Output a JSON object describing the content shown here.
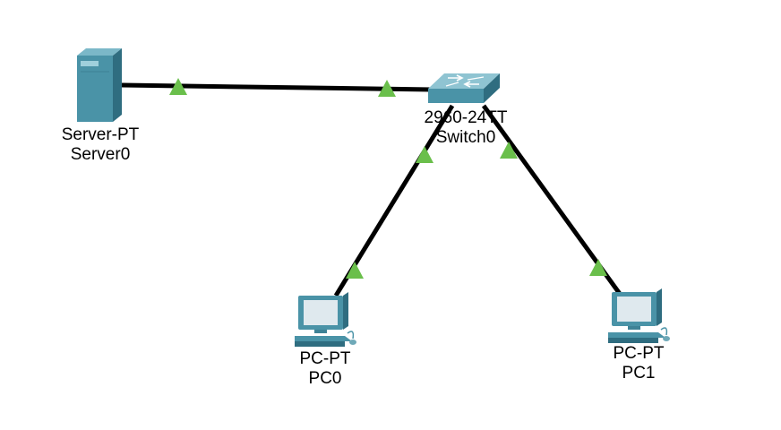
{
  "devices": {
    "server": {
      "model": "Server-PT",
      "name": "Server0",
      "icon": "server-icon"
    },
    "switch": {
      "model": "2960-24TT",
      "name": "Switch0",
      "icon": "switch-icon"
    },
    "pc0": {
      "model": "PC-PT",
      "name": "PC0",
      "icon": "pc-icon"
    },
    "pc1": {
      "model": "PC-PT",
      "name": "PC1",
      "icon": "pc-icon"
    }
  },
  "links": [
    {
      "from": "Server0",
      "to": "Switch0",
      "status": "up"
    },
    {
      "from": "Switch0",
      "to": "PC0",
      "status": "up"
    },
    {
      "from": "Switch0",
      "to": "PC1",
      "status": "up"
    }
  ],
  "colors": {
    "link": "#000000",
    "link_up": "#6abf4b",
    "device_teal": "#4a93a7",
    "device_dark": "#2f6d80",
    "screen": "#dfe9ee"
  }
}
